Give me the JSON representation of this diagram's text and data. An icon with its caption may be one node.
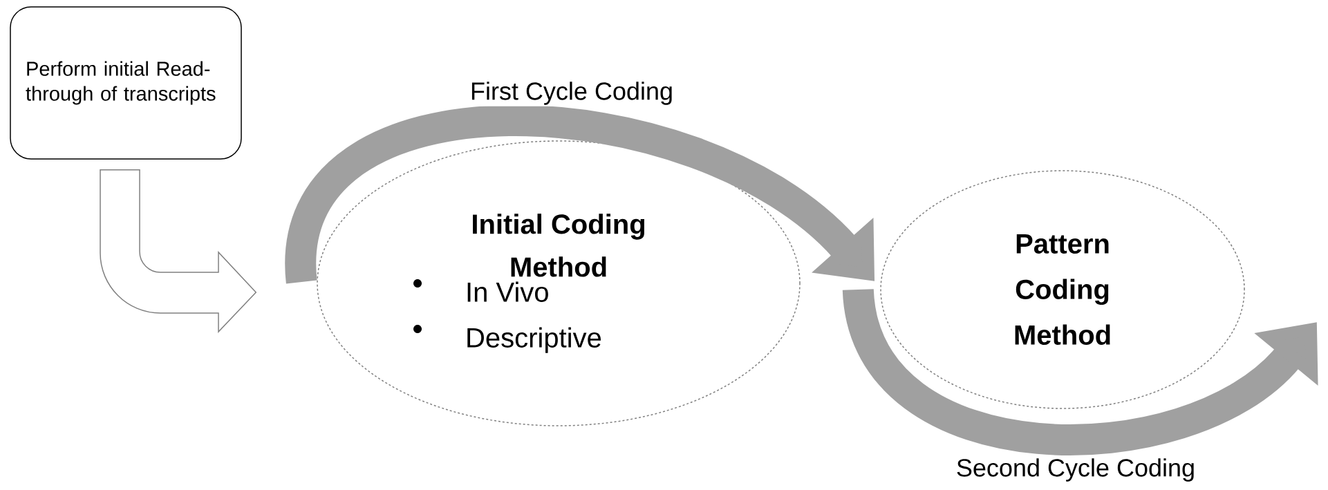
{
  "diagram": {
    "nodes": [
      {
        "text": [
          "Perform initial Read-through of transcripts"
        ]
      },
      {
        "text": [
          "Initial Coding Method",
          "In Vivo",
          "Descriptive"
        ]
      },
      {
        "text": [
          "Pattern Coding Method"
        ]
      }
    ],
    "edges": [
      {
        "from": 0,
        "to": 1,
        "arrow": "to"
      },
      {
        "from": 1,
        "to": 2,
        "arrow": "to",
        "label": "First Cycle Coding"
      },
      {
        "from": 2,
        "to": null,
        "arrow": "to",
        "label": "Second Cycle Coding"
      }
    ]
  }
}
